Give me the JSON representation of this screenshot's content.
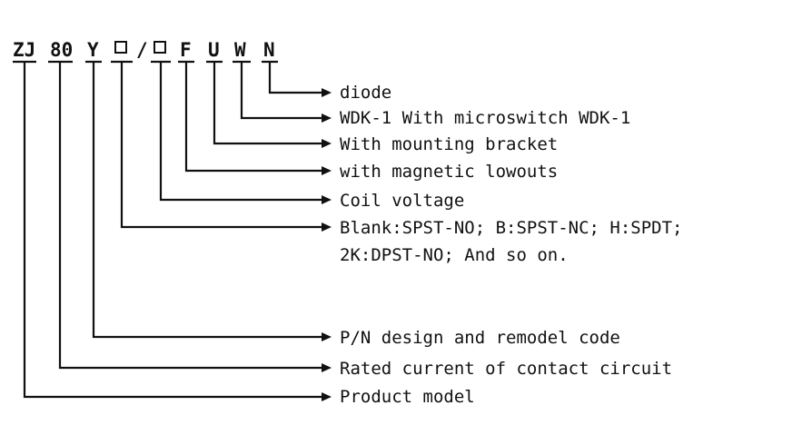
{
  "code": {
    "parts": [
      "ZJ",
      "80",
      "Y",
      "□",
      "/",
      "□",
      "F",
      "U",
      "W",
      "N"
    ]
  },
  "descriptions": [
    "diode",
    "WDK-1 With microswitch WDK-1",
    "With mounting bracket",
    "with magnetic lowouts",
    "Coil voltage",
    "Blank:SPST-NO; B:SPST-NC; H:SPDT;",
    "2K:DPST-NO; And so on.",
    "P/N design and remodel code",
    "Rated  current of contact circuit",
    "Product  model"
  ]
}
